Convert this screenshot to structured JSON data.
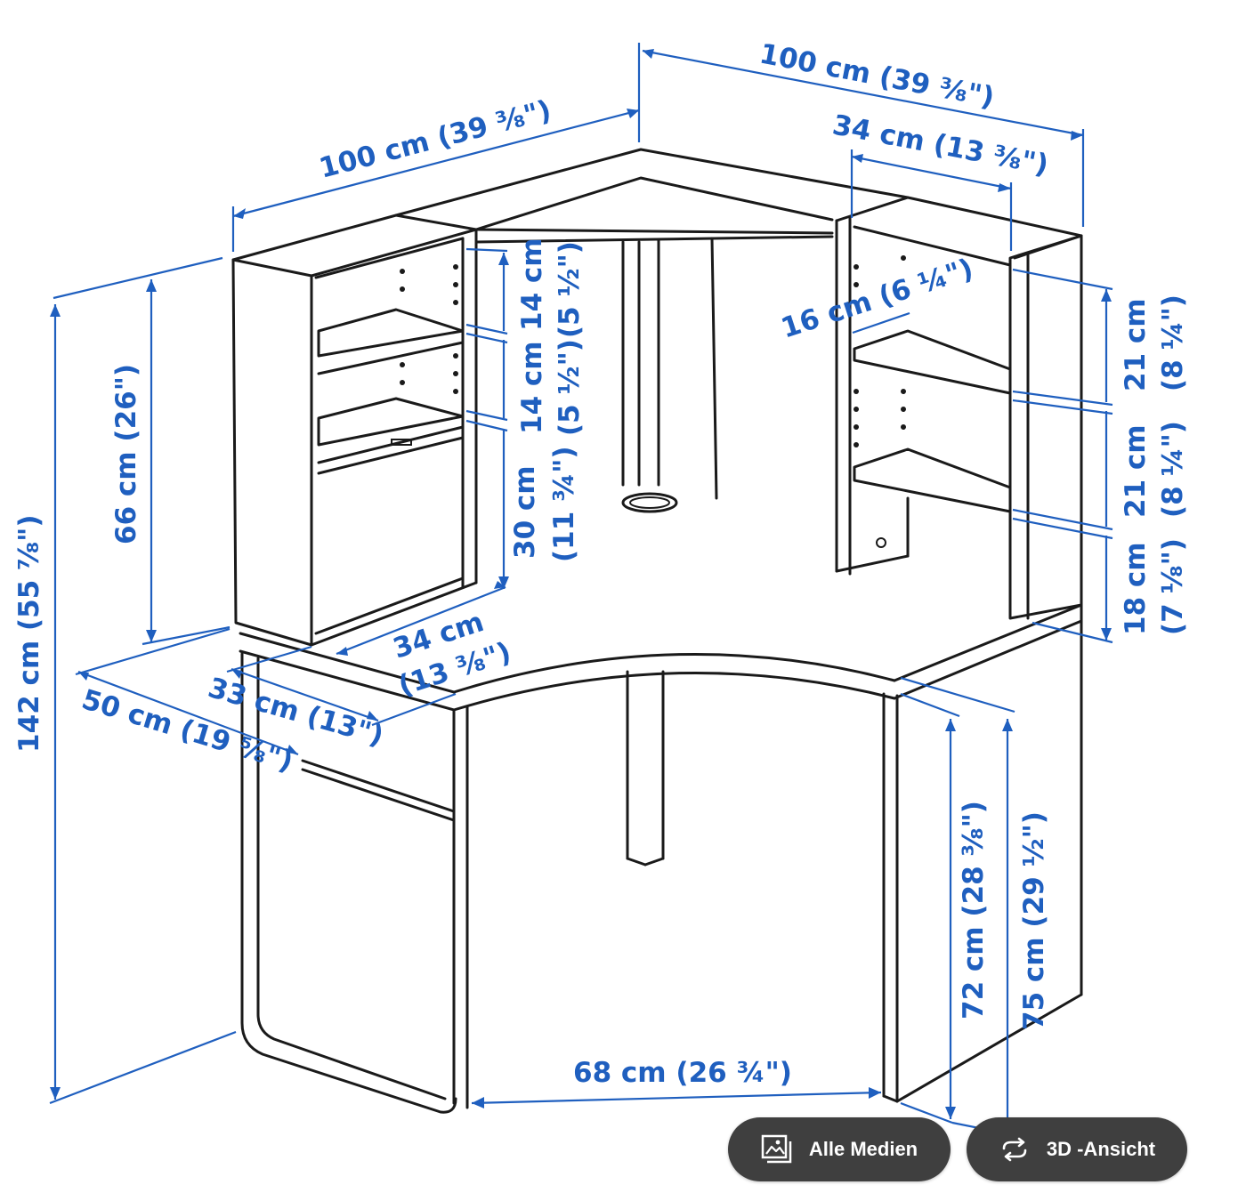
{
  "diagram": {
    "labels": {
      "top_left_width": "100 cm (39 ⅜\")",
      "top_right_width": "100 cm (39 ⅜\")",
      "right_shelf_width": "34 cm (13 ⅜\")",
      "right_shelf_depth": "16 cm (6 ¼\")",
      "left_shelf_1_cm": "14 cm",
      "left_shelf_1_in": "(5 ½\")",
      "left_shelf_2_cm": "14 cm",
      "left_shelf_2_in": "(5 ½\")",
      "left_shelf_3_cm": "30 cm",
      "left_shelf_3_in": "(11 ¾\")",
      "upper_height": "66 cm (26\")",
      "total_height": "142 cm (55 ⅞\")",
      "left_unit_depth_cm": "34 cm",
      "left_unit_depth_in": "(13 ⅜\")",
      "desk_depth_inner": "33 cm (13\")",
      "desk_depth_outer": "50 cm (19 ⅝\")",
      "right_shelf_1_cm": "21 cm",
      "right_shelf_1_in": "(8 ¼\")",
      "right_shelf_2_cm": "21 cm",
      "right_shelf_2_in": "(8 ¼\")",
      "right_shelf_3_cm": "18 cm",
      "right_shelf_3_in": "(7 ⅛\")",
      "leg_clearance": "68 cm (26 ¾\")",
      "desk_height_inner": "72 cm (28 ⅜\")",
      "desk_height_outer": "75 cm (29 ½\")"
    },
    "color": "#1f5fbf"
  },
  "buttons": {
    "all_media": "Alle Medien",
    "view_3d": "3D -Ansicht"
  }
}
